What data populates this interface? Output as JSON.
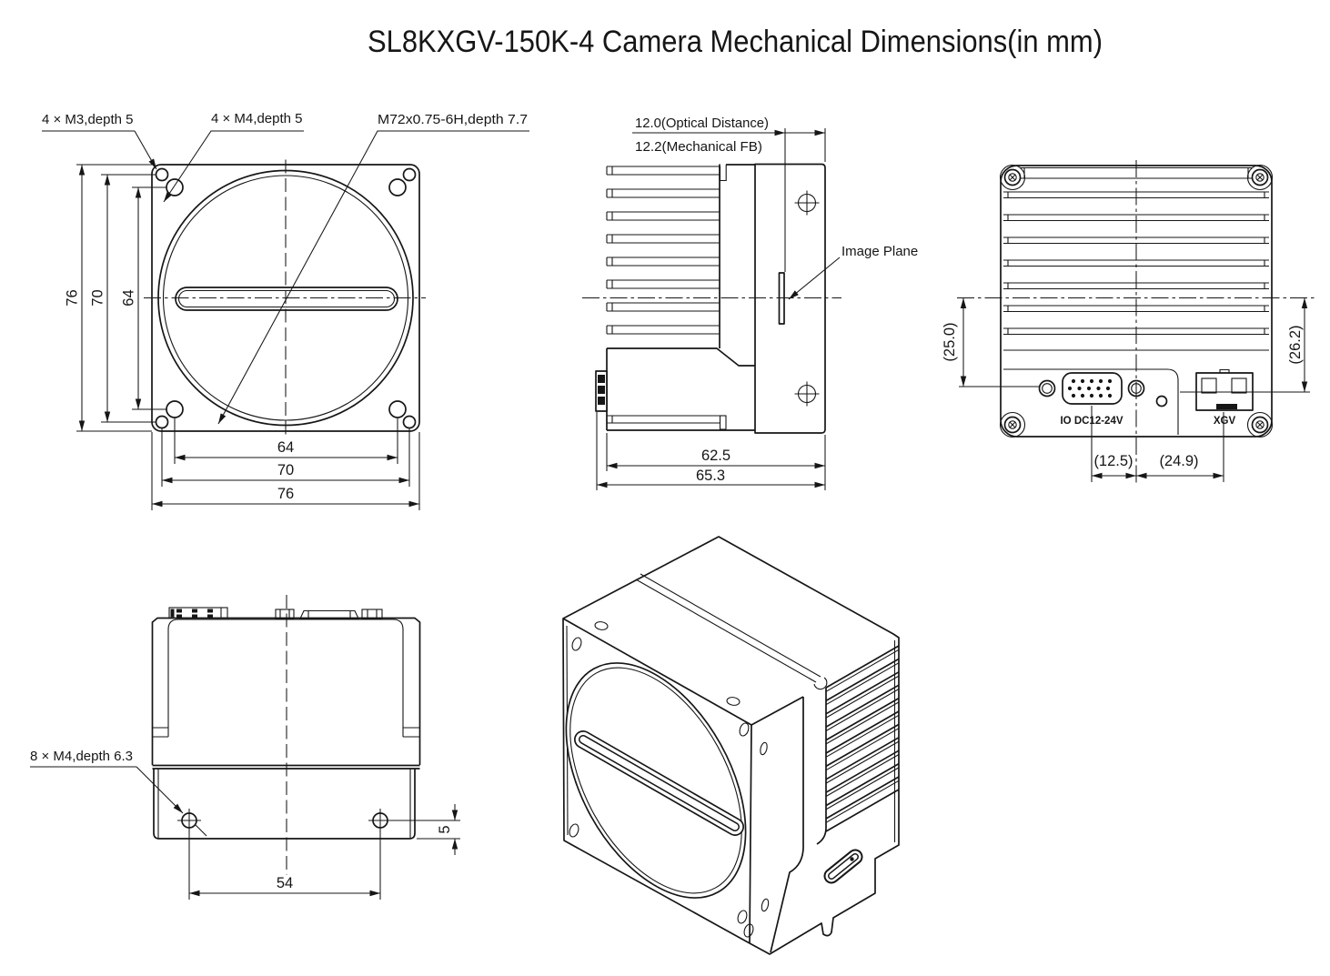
{
  "title": "SL8KXGV-150K-4 Camera Mechanical Dimensions(in mm)",
  "front_view": {
    "label_m3": "4 × M3,depth 5",
    "label_m4": "4 × M4,depth 5",
    "label_m72": "M72x0.75-6H,depth 7.7",
    "vertical_dims": {
      "outer": "76",
      "m3_pitch": "70",
      "m4_pitch": "64"
    },
    "horizontal_dims": {
      "m4_pitch": "64",
      "m3_pitch": "70",
      "outer": "76"
    }
  },
  "side_view": {
    "dim_optical_distance": "12.0(Optical Distance)",
    "dim_mechanical_fb": "12.2(Mechanical FB)",
    "label_image_plane": "Image Plane",
    "dim_body_depth": "62.5",
    "dim_total_depth": "65.3"
  },
  "back_view": {
    "dim_io_from_center": "(25.0)",
    "dim_xgv_from_center": "(26.2)",
    "dim_io_to_center": "(12.5)",
    "dim_center_to_xgv": "(24.9)",
    "label_io_port": "IO DC12-24V",
    "label_xgv_port": "XGV"
  },
  "bottom_view": {
    "label_m4_holes": "8 × M4,depth 6.3",
    "dim_hole_pitch": "54",
    "dim_hole_offset": "5"
  }
}
